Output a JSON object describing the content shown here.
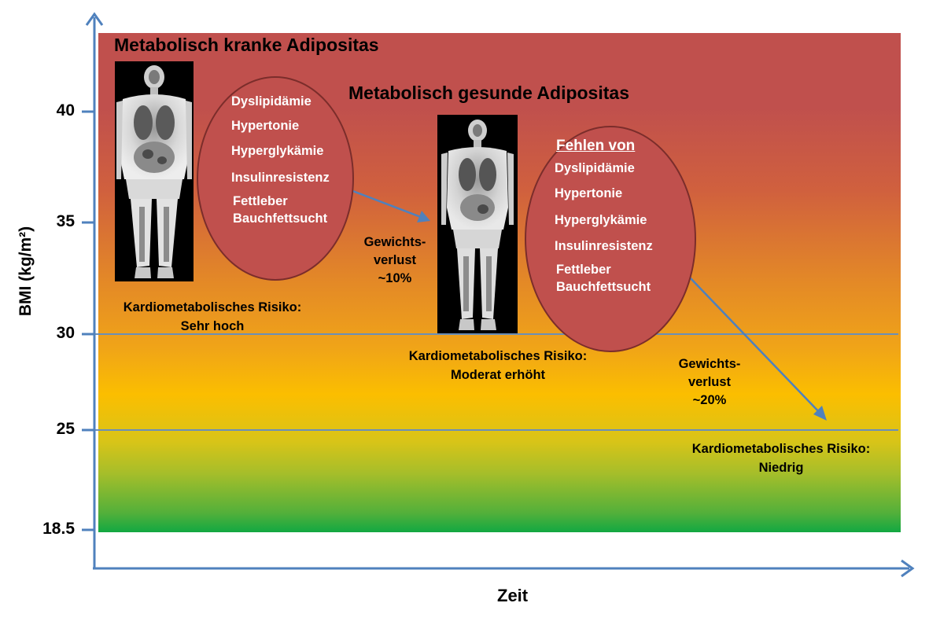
{
  "axes": {
    "ylabel": "BMI (kg/m²)",
    "xlabel": "Zeit",
    "ticks": [
      "40",
      "35",
      "30",
      "25",
      "18.5"
    ]
  },
  "left_group": {
    "title": "Metabolisch kranke Adipositas",
    "conditions": [
      "Dyslipidämie",
      "Hypertonie",
      "Hyperglykämie",
      "Insulinresistenz",
      "Fettleber",
      "Bauchfettsucht"
    ],
    "risk_line1": "Kardiometabolisches Risiko:",
    "risk_line2": "Sehr hoch"
  },
  "middle_group": {
    "title": "Metabolisch gesunde Adipositas",
    "loss_line1": "Gewichts-",
    "loss_line2": "verlust",
    "loss_line3": "~10%",
    "heading": "Fehlen von",
    "conditions": [
      "Dyslipidämie",
      "Hypertonie",
      "Hyperglykämie",
      "Insulinresistenz",
      "Fettleber",
      "Bauchfettsucht"
    ],
    "risk_line1": "Kardiometabolisches Risiko:",
    "risk_line2": "Moderat erhöht"
  },
  "right_group": {
    "loss_line1": "Gewichts-",
    "loss_line2": "verlust",
    "loss_line3": "~20%",
    "risk_line1": "Kardiometabolisches Risiko:",
    "risk_line2": "Niedrig"
  },
  "colors": {
    "axis": "#4f81bd",
    "arrow": "#4f81bd",
    "ellipse_fill": "#c0504d",
    "ellipse_border": "#7b2d2b",
    "top_band": "#c0504d",
    "mid_band": "#fbbe00",
    "bottom_band": "#12a842"
  }
}
